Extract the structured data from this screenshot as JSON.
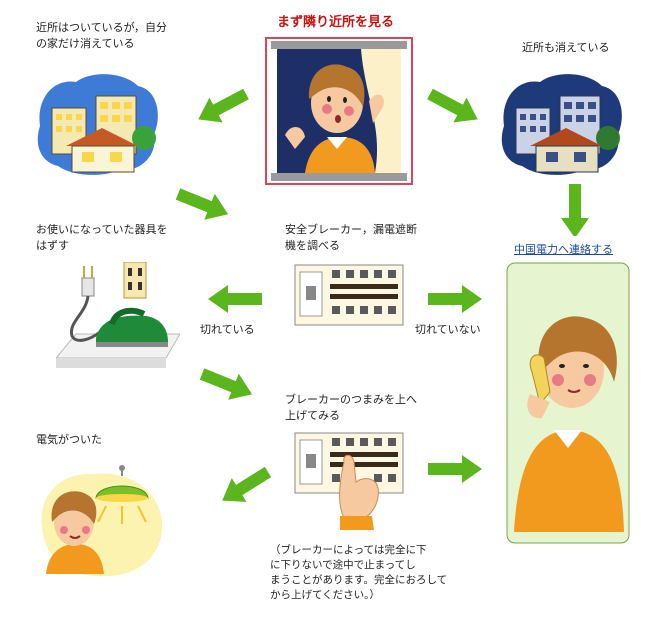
{
  "title": "まず隣り近所を見る",
  "labels": {
    "only_my_house": "近所はついているが，自分\nの家だけ消えている",
    "neighbors_off": "近所も消えている",
    "check_breaker": "安全ブレーカー，漏電遮断\n機を調べる",
    "unplug": "お使いになっていた器具を\nはずす",
    "tripped": "切れている",
    "not_tripped": "切れていない",
    "raise_lever": "ブレーカーのつまみを上へ\n上げてみる",
    "power_on": "電気がついた",
    "note": "（ブレーカーによっては完全に下\nに下りないで途中で止まってし\nまうことがあります。完全におろして\nから上げてください。）"
  },
  "contact_link": "中国電力へ連絡する",
  "colors": {
    "arrow": "#5bb51c",
    "title": "#cc1111",
    "link": "#1a4a9a",
    "panel_green": "#e6f5d0"
  },
  "icons": [
    "houses-lit-icon",
    "woman-at-window-icon",
    "houses-dark-icon",
    "breaker-panel-icon",
    "iron-unplugged-icon",
    "woman-on-phone-icon",
    "breaker-hand-icon",
    "woman-lamp-icon"
  ]
}
